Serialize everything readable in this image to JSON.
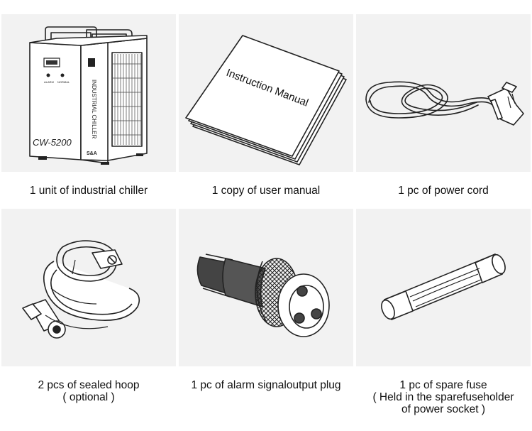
{
  "items": [
    {
      "icon": "industrial-chiller-icon",
      "caption": [
        "1 unit of industrial chiller"
      ],
      "labels": {
        "model": "CW-5200",
        "side": "INDUSTRIAL CHILLER",
        "brand": "S&A",
        "alarm": "ALARM",
        "normal": "NORMAL"
      }
    },
    {
      "icon": "instruction-manual-icon",
      "caption": [
        "1 copy of user manual"
      ],
      "labels": {
        "cover": "Instruction Manual"
      }
    },
    {
      "icon": "power-cord-icon",
      "caption": [
        "1 pc of power cord"
      ]
    },
    {
      "icon": "sealed-hoop-icon",
      "caption": [
        "2 pcs of sealed hoop",
        "( optional )"
      ]
    },
    {
      "icon": "alarm-plug-icon",
      "caption": [
        "1 pc of alarm signaloutput plug"
      ]
    },
    {
      "icon": "spare-fuse-icon",
      "caption": [
        "1 pc of spare fuse",
        "( Held in the sparefuseholder",
        "of power socket )"
      ]
    }
  ]
}
